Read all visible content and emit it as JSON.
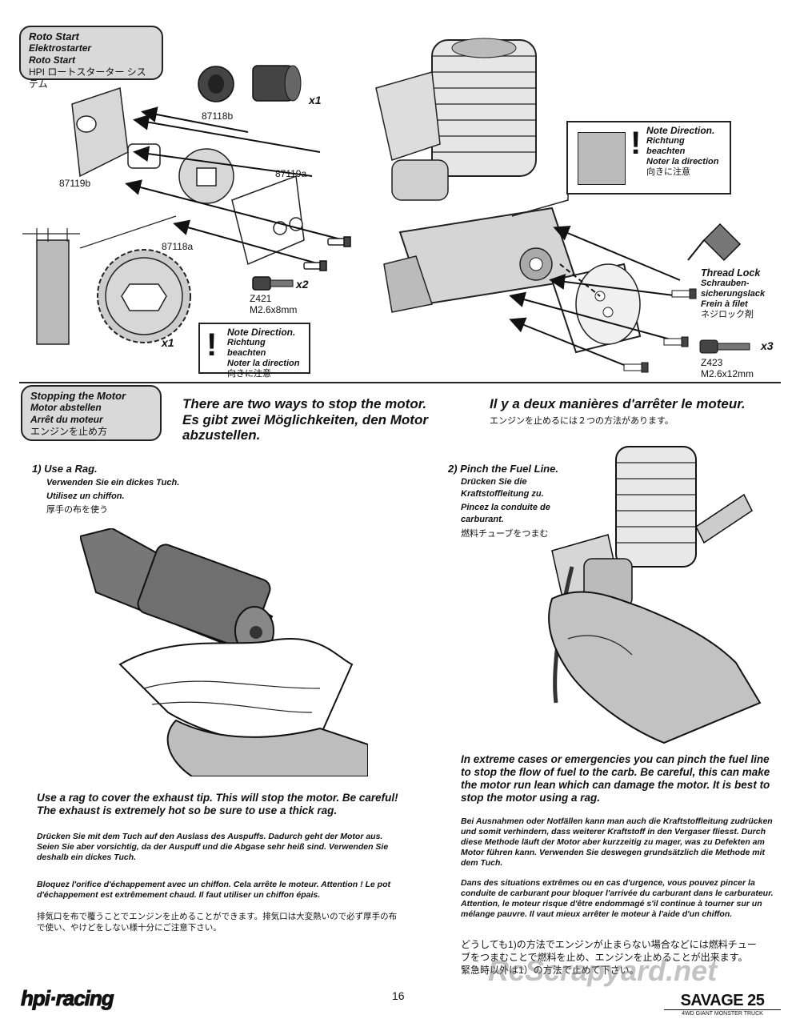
{
  "roto_start": {
    "title_en": "Roto Start",
    "title_de": "Elektrostarter",
    "title_fr": "Roto Start",
    "title_jp": "HPI ロートスターター システム"
  },
  "parts": {
    "p87118b": "87118b",
    "p87119b": "87119b",
    "p87119a": "87119a",
    "p87118a": "87118a",
    "z421_code": "Z421",
    "z421_size": "M2.6x8mm",
    "z423_code": "Z423",
    "z423_size": "M2.6x12mm",
    "qty_x1a": "x1",
    "qty_x1b": "x1",
    "qty_x2": "x2",
    "qty_x3": "x3"
  },
  "note_left": {
    "bang": "!",
    "en": "Note Direction.",
    "de": "Richtung beachten",
    "fr": "Noter la direction",
    "jp": "向きに注意"
  },
  "note_right": {
    "bang": "!",
    "en": "Note Direction.",
    "de": "Richtung beachten",
    "fr": "Noter la direction",
    "jp": "向きに注意"
  },
  "thread_lock": {
    "en": "Thread Lock",
    "de": "Schrauben-sicherungslack",
    "fr": "Frein à filet",
    "jp": "ネジロック剤"
  },
  "stopping": {
    "title_en": "Stopping the Motor",
    "title_de": "Motor abstellen",
    "title_fr": "Arrêt du moteur",
    "title_jp": "エンジンを止め方",
    "head_en": "There are two ways to stop the motor.",
    "head_de": "Es gibt zwei Möglichkeiten, den Motor abzustellen.",
    "head_fr": "Il y a deux manières d'arrêter le moteur.",
    "head_jp": "エンジンを止めるには２つの方法があります。"
  },
  "step1": {
    "title": "1) Use a Rag.",
    "de": "Verwenden Sie ein dickes Tuch.",
    "fr": "Utilisez un chiffon.",
    "jp": "厚手の布を使う",
    "para_en": "Use a rag to cover the exhaust tip. This will stop the motor. Be careful! The exhaust is extremely hot so be sure to use a thick rag.",
    "para_de": "Drücken Sie mit dem Tuch auf den Auslass des Auspuffs. Dadurch geht der Motor aus. Seien Sie aber vorsichtig, da der Auspuff und die Abgase sehr heiß sind. Verwenden Sie deshalb ein dickes Tuch.",
    "para_fr": "Bloquez l'orifice d'échappement avec un chiffon. Cela arrête le moteur. Attention ! Le pot d'échappement est extrêmement chaud. Il faut utiliser un chiffon épais.",
    "para_jp": "排気口を布で覆うことでエンジンを止めることができます。排気口は大変熱いので必ず厚手の布で使い、やけどをしない様十分にご注意下さい。"
  },
  "step2": {
    "title": "2) Pinch the Fuel Line.",
    "de": "Drücken Sie die Kraftstoffleitung zu.",
    "fr": "Pincez la conduite de carburant.",
    "jp": "燃料チューブをつまむ",
    "para_en": "In extreme cases or emergencies you can pinch the fuel line to stop the flow of fuel to the carb. Be careful, this can make the motor run lean which can damage the motor. It is best to stop the motor using a rag.",
    "para_de": "Bei Ausnahmen oder Notfällen kann man auch die Kraftstoffleitung zudrücken und somit verhindern, dass weiterer Kraftstoff in den Vergaser fliesst. Durch diese Methode läuft der Motor aber kurzzeitig zu mager, was zu Defekten am Motor führen kann. Verwenden Sie deswegen grundsätzlich die Methode mit dem Tuch.",
    "para_fr": "Dans des situations extrêmes ou en cas d'urgence, vous pouvez pincer la conduite de carburant pour bloquer l'arrivée du carburant dans le carburateur. Attention, le moteur risque d'être endommagé s'il continue à tourner sur un mélange pauvre. Il vaut mieux arrêter le moteur à l'aide d'un chiffon.",
    "para_jp": "どうしても1)の方法でエンジンが止まらない場合などには燃料チューブをつまむことで燃料を止め、エンジンを止めることが出来ます。緊急時以外は1）の方法で止めて下さい。"
  },
  "footer": {
    "brand_left": "hpi·racing",
    "page_number": "16",
    "brand_right": "SAVAGE 25",
    "brand_right_sub": "4WD GIANT MONSTER TRUCK",
    "watermark": "RcScrapyard.net"
  }
}
